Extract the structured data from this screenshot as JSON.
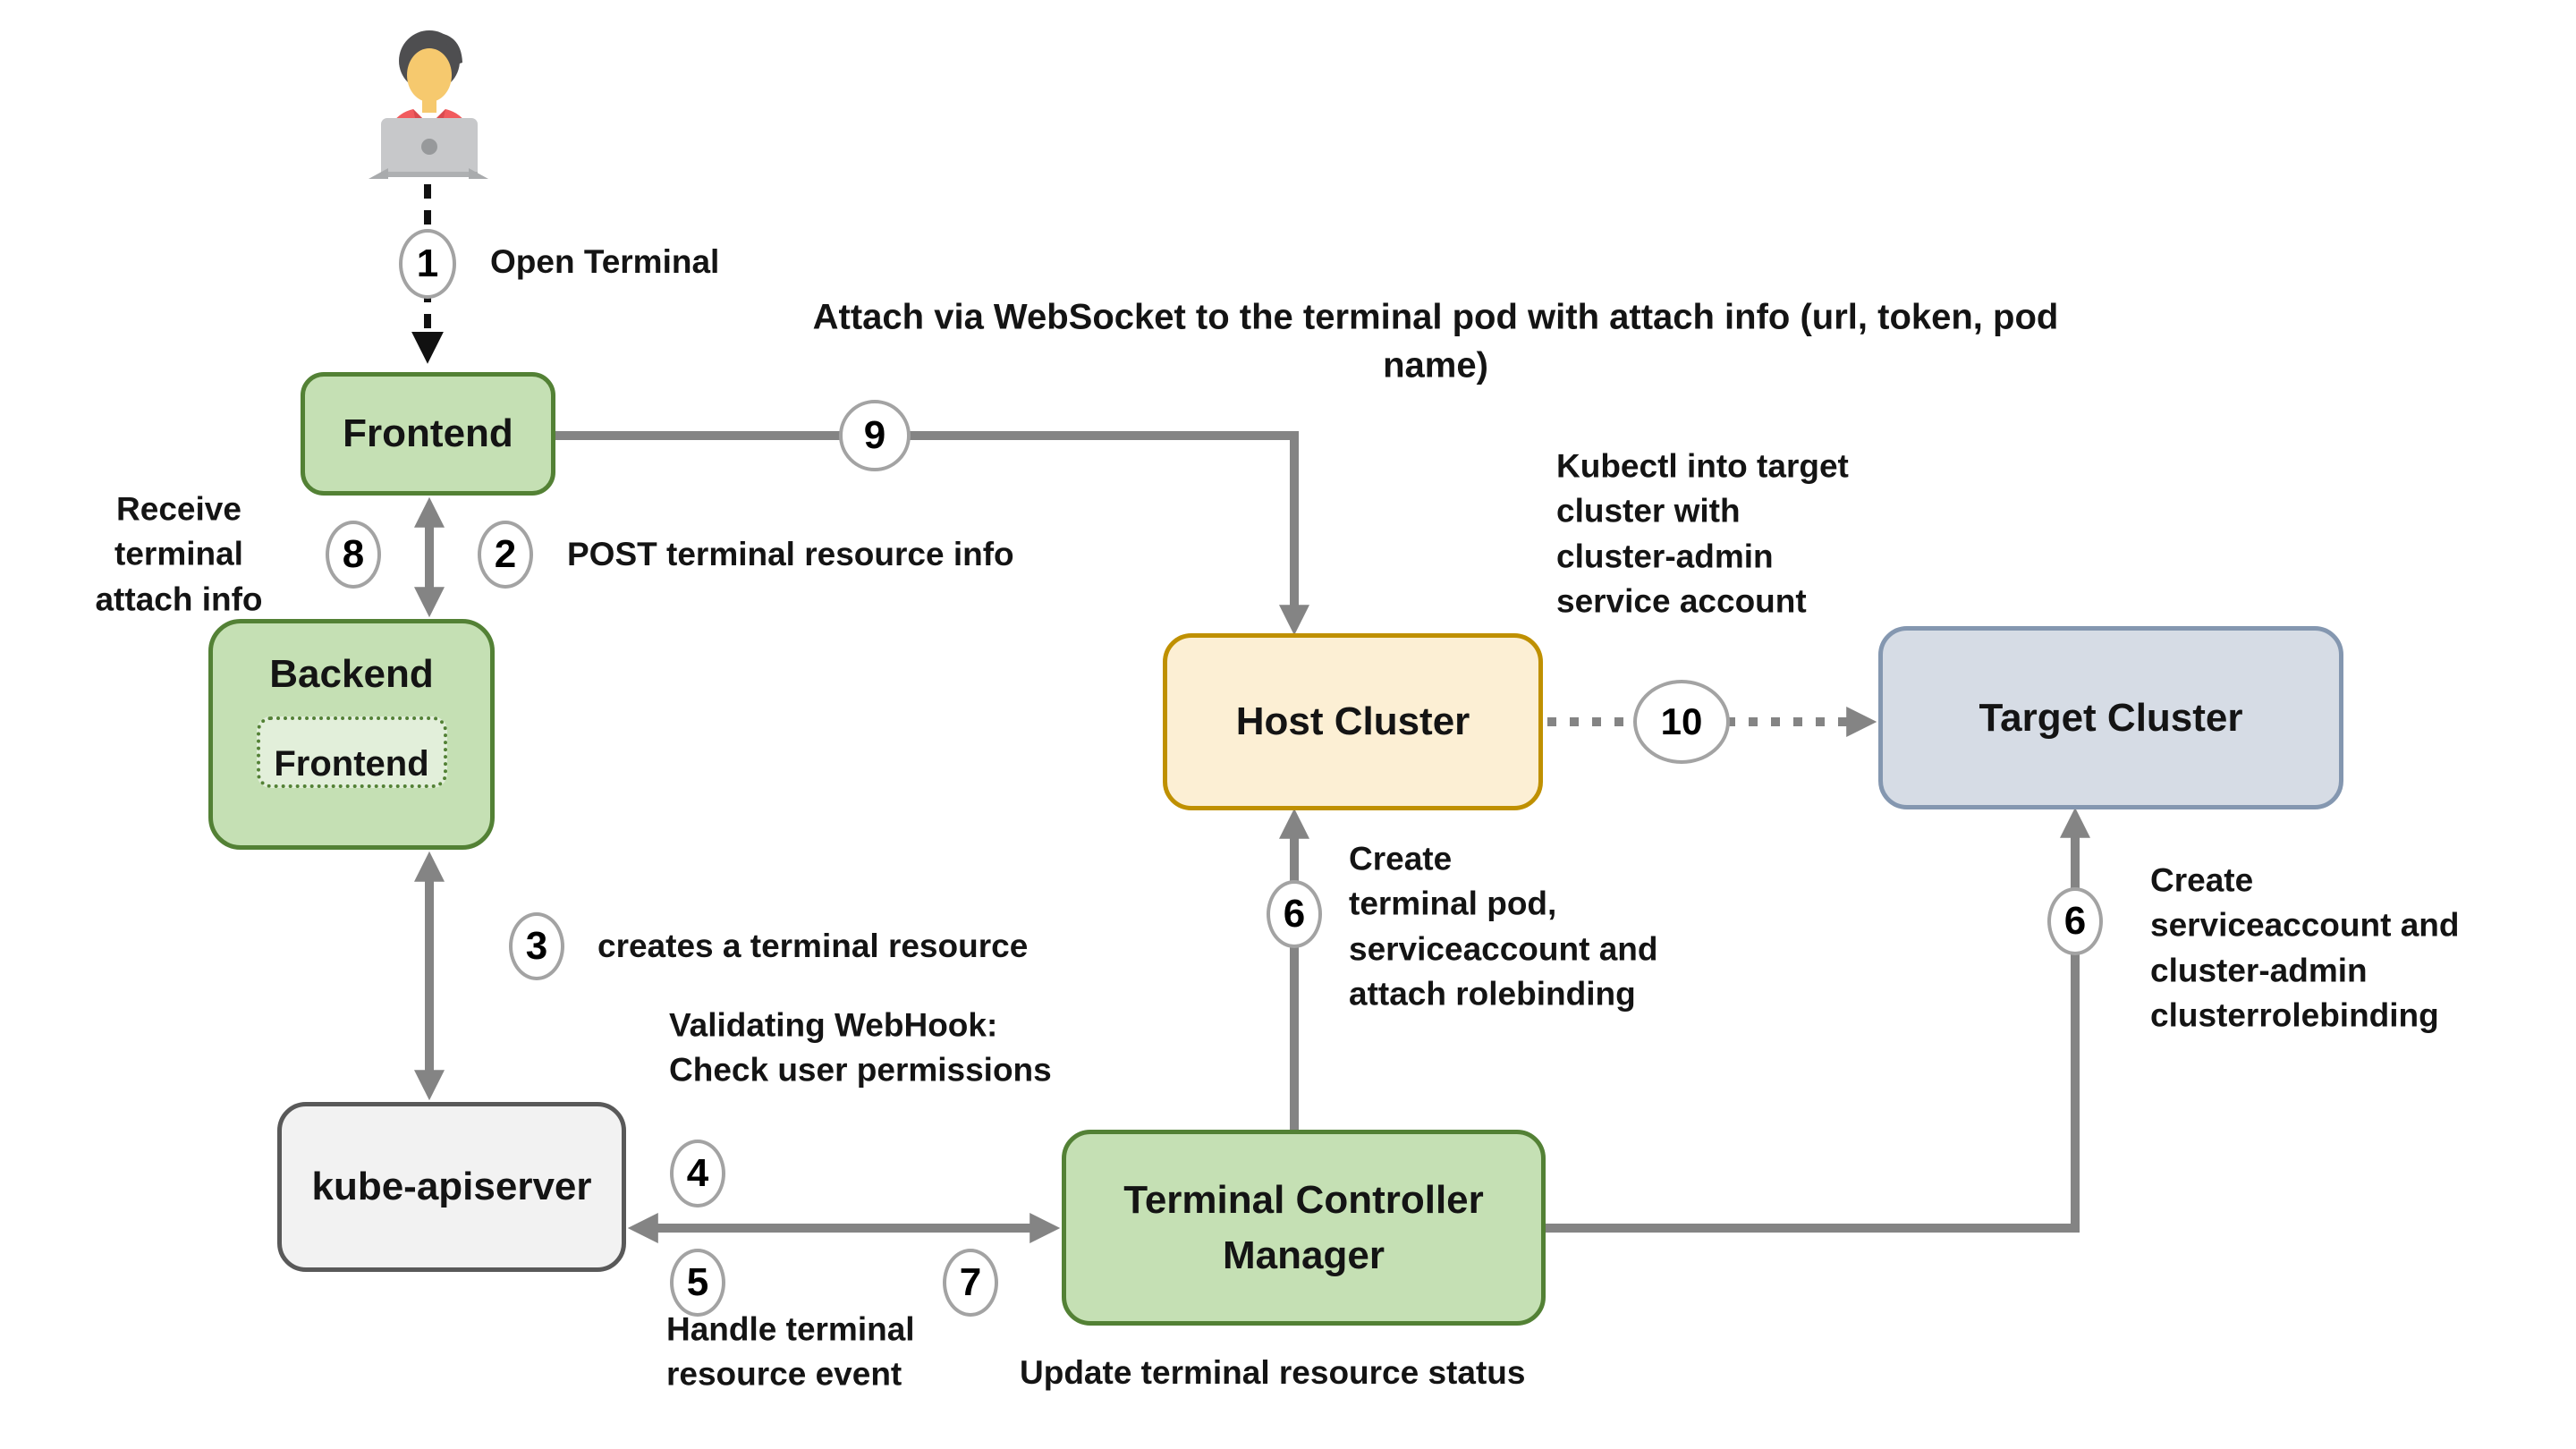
{
  "nodes": {
    "frontend": {
      "label": "Frontend"
    },
    "backend": {
      "label": "Backend",
      "inner_label": "Frontend"
    },
    "kube_apiserver": {
      "label": "kube-apiserver"
    },
    "terminal_controller_manager": {
      "label": "Terminal Controller\nManager"
    },
    "host_cluster": {
      "label": "Host Cluster"
    },
    "target_cluster": {
      "label": "Target Cluster"
    }
  },
  "steps": {
    "s1": {
      "num": "1",
      "label": "Open Terminal"
    },
    "s2": {
      "num": "2",
      "label": "POST terminal resource info"
    },
    "s3": {
      "num": "3",
      "label": "creates a terminal resource"
    },
    "s4": {
      "num": "4",
      "label": "Validating WebHook:\nCheck user permissions"
    },
    "s5": {
      "num": "5",
      "label": "Handle terminal\nresource event"
    },
    "s6_host": {
      "num": "6",
      "label": "Create\nterminal pod,\nserviceaccount and\nattach rolebinding"
    },
    "s6_target": {
      "num": "6",
      "label": "Create\nserviceaccount and\ncluster-admin\nclusterrolebinding"
    },
    "s7": {
      "num": "7",
      "label": "Update terminal resource status"
    },
    "s8": {
      "num": "8",
      "label": "Receive\nterminal\nattach info"
    },
    "s9": {
      "num": "9",
      "label": "Attach via WebSocket to the terminal pod with attach info (url, token, pod name)"
    },
    "s10": {
      "num": "10",
      "label": "Kubectl into target\ncluster with\ncluster-admin\nservice account"
    }
  },
  "colors": {
    "green-fill": "#C5E0B4",
    "green-border": "#538135",
    "green-inner-fill": "#E2EFDA",
    "gray-fill": "#F2F2F2",
    "gray-border": "#595959",
    "yellow-fill": "#FCEFD4",
    "yellow-border": "#BF9000",
    "blue-fill": "#D6DCE5",
    "blue-border": "#8497B0",
    "arrow": "#848484",
    "dashed-arrow": "#111111",
    "badge-border": "#A3A3A3",
    "text": "#141414"
  }
}
